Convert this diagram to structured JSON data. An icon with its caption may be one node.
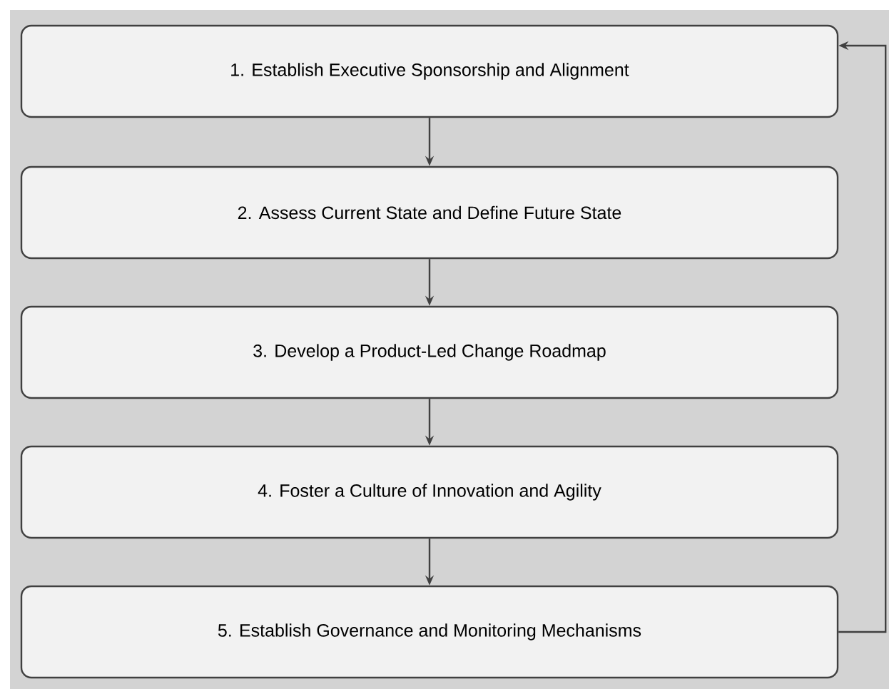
{
  "diagram": {
    "nodes": [
      {
        "text": [
          "1. Establish Executive Sponsorship and Alignment"
        ]
      },
      {
        "text": [
          "2. Assess Current State and Define Future State"
        ]
      },
      {
        "text": [
          "3. Develop a Product-Led Change Roadmap"
        ]
      },
      {
        "text": [
          "4. Foster a Culture of Innovation and Agility"
        ]
      },
      {
        "text": [
          "5. Establish Governance and Monitoring Mechanisms"
        ]
      }
    ],
    "edges": [
      {
        "from": 0,
        "to": 1,
        "arrow": "to"
      },
      {
        "from": 1,
        "to": 2,
        "arrow": "to"
      },
      {
        "from": 2,
        "to": 3,
        "arrow": "to"
      },
      {
        "from": 3,
        "to": 4,
        "arrow": "to"
      },
      {
        "from": 4,
        "to": 0,
        "arrow": "to"
      }
    ]
  }
}
